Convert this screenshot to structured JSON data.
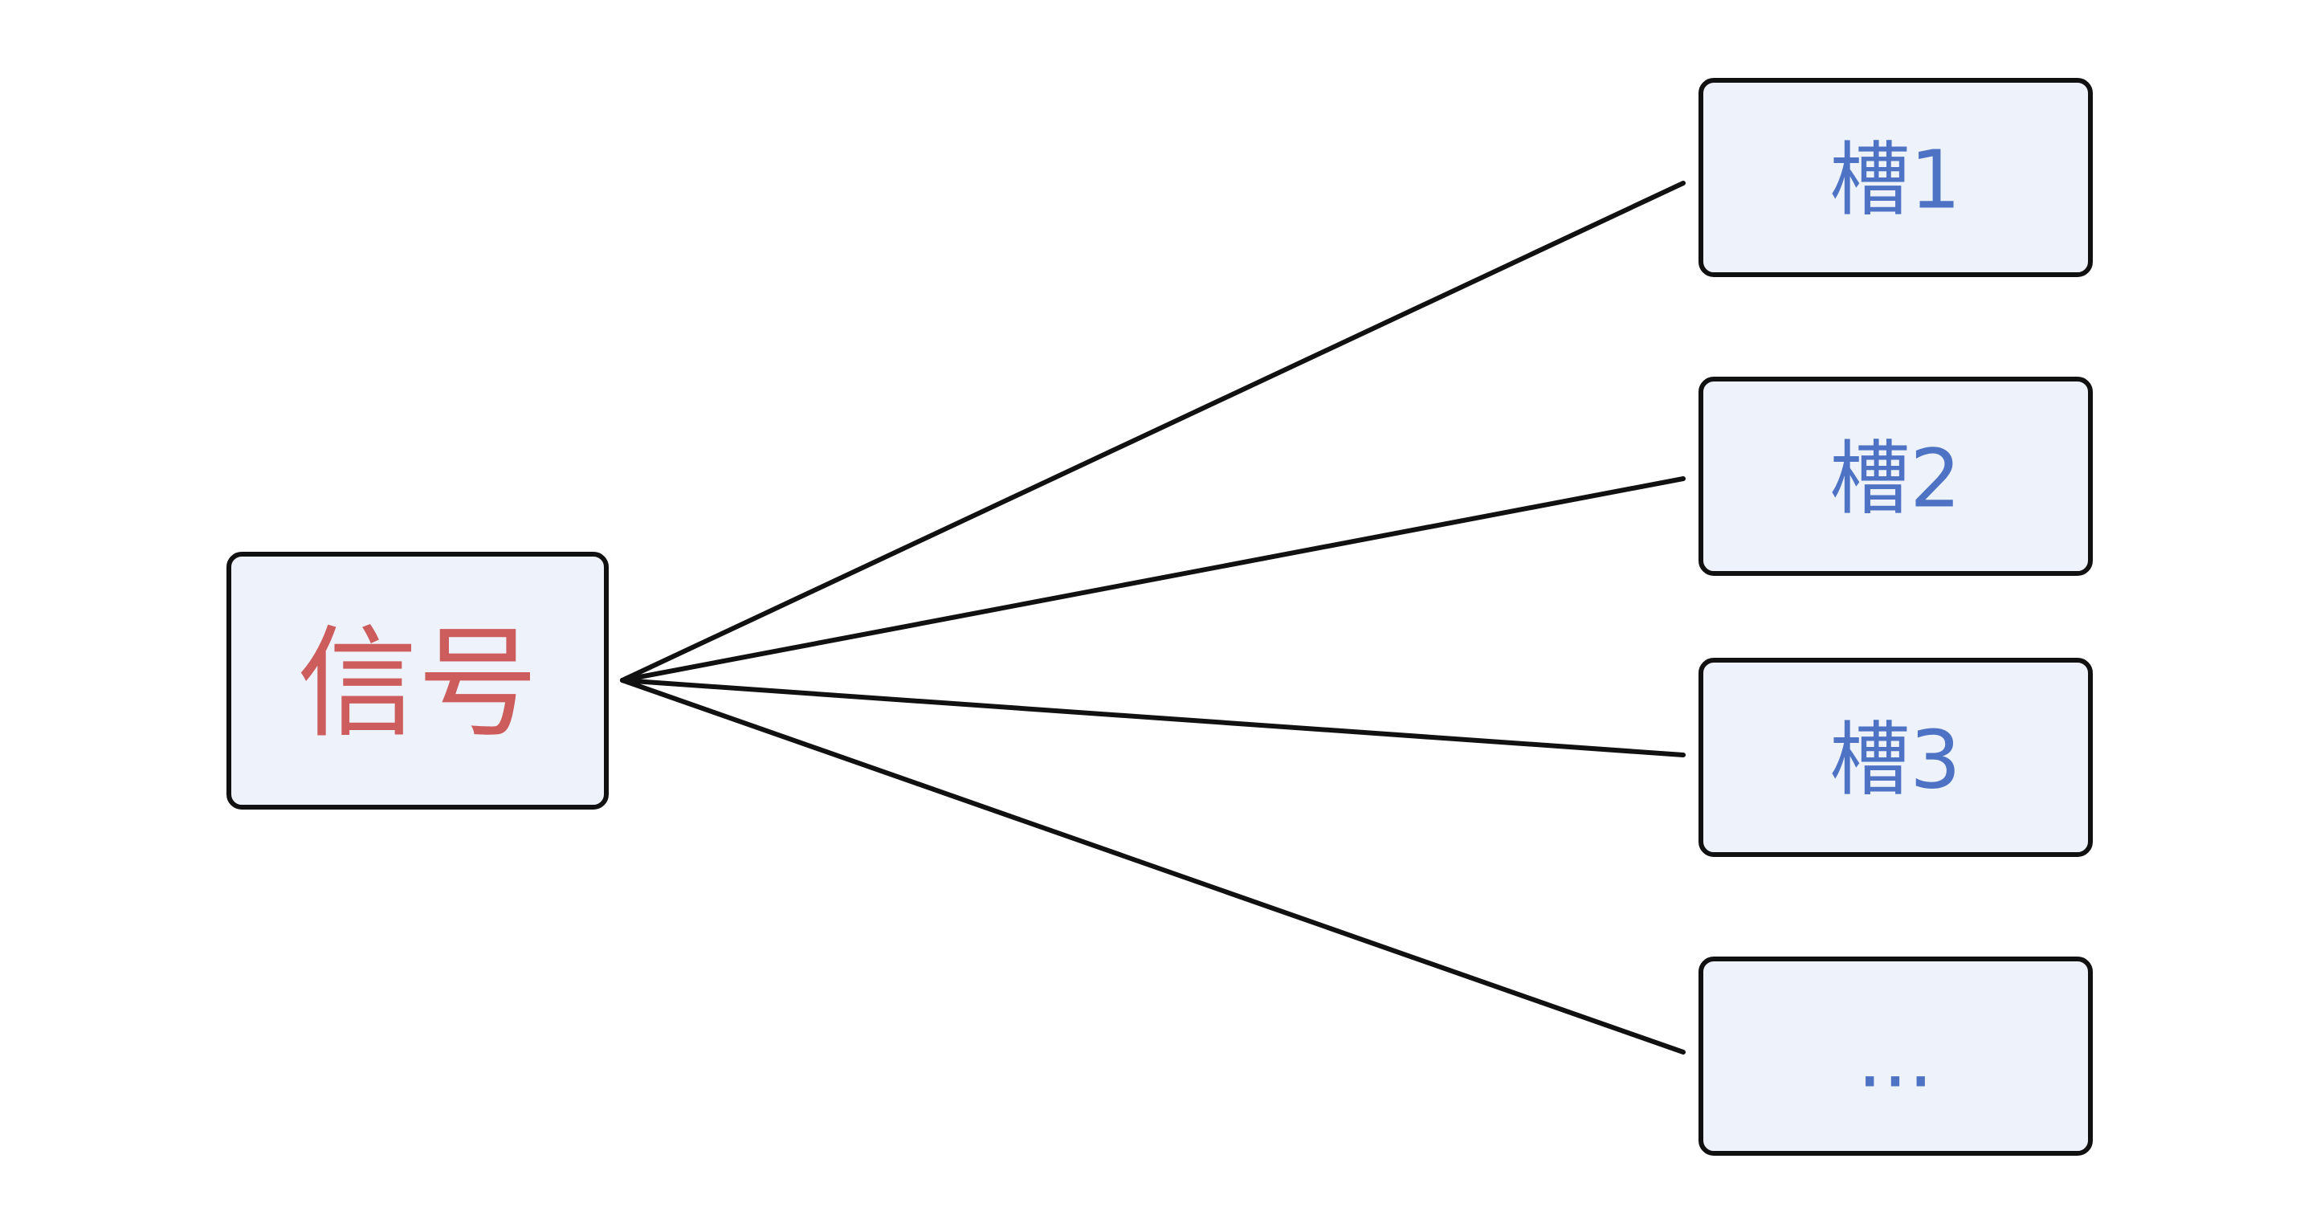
{
  "diagram": {
    "source": {
      "label": "信号",
      "color": "#cd5c5c"
    },
    "targets": [
      {
        "label": "槽1"
      },
      {
        "label": "槽2"
      },
      {
        "label": "槽3"
      },
      {
        "label": "..."
      }
    ],
    "target_color": "#4f73c4",
    "box_fill": "#eef3fb",
    "stroke_color": "#111111"
  }
}
